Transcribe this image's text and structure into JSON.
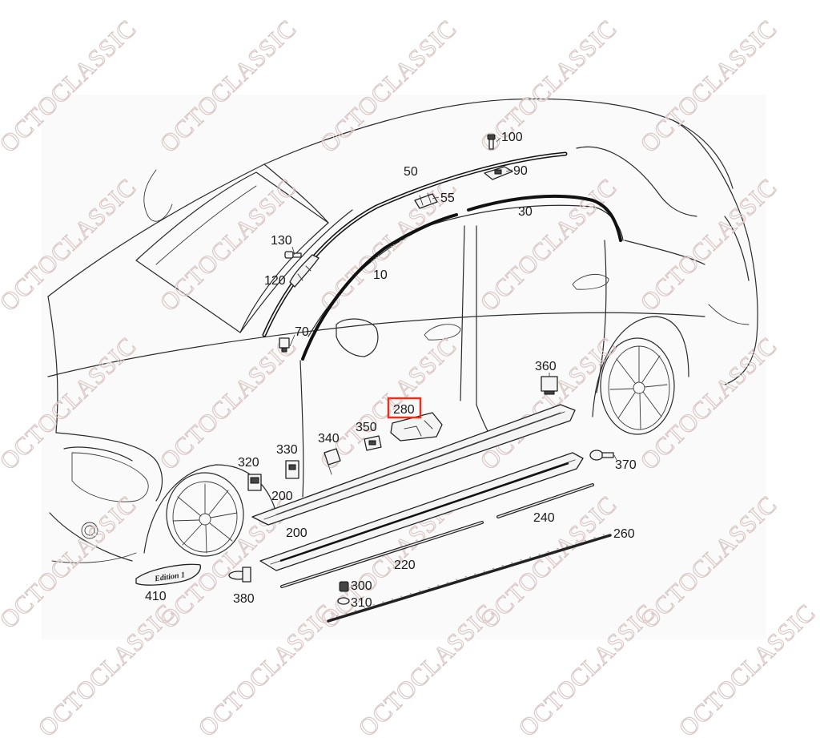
{
  "watermark": {
    "text": "OCTOCLASSIC",
    "color": "#d9c7c5"
  },
  "highlight": {
    "color": "#e8311f",
    "part": "280"
  },
  "callouts": [
    {
      "id": "p100",
      "label": "100"
    },
    {
      "id": "p90",
      "label": "90"
    },
    {
      "id": "p50",
      "label": "50"
    },
    {
      "id": "p55",
      "label": "55"
    },
    {
      "id": "p30",
      "label": "30"
    },
    {
      "id": "p130",
      "label": "130"
    },
    {
      "id": "p120",
      "label": "120"
    },
    {
      "id": "p10",
      "label": "10"
    },
    {
      "id": "p70",
      "label": "70"
    },
    {
      "id": "p360",
      "label": "360"
    },
    {
      "id": "p280",
      "label": "280"
    },
    {
      "id": "p330",
      "label": "330"
    },
    {
      "id": "p340",
      "label": "340"
    },
    {
      "id": "p350",
      "label": "350"
    },
    {
      "id": "p320",
      "label": "320"
    },
    {
      "id": "p370",
      "label": "370"
    },
    {
      "id": "p200a",
      "label": "200"
    },
    {
      "id": "p200b",
      "label": "200"
    },
    {
      "id": "p240",
      "label": "240"
    },
    {
      "id": "p260",
      "label": "260"
    },
    {
      "id": "p220",
      "label": "220"
    },
    {
      "id": "p410",
      "label": "410"
    },
    {
      "id": "p380",
      "label": "380"
    },
    {
      "id": "p300",
      "label": "300"
    },
    {
      "id": "p310",
      "label": "310"
    }
  ],
  "badge_text": "Edition 1"
}
